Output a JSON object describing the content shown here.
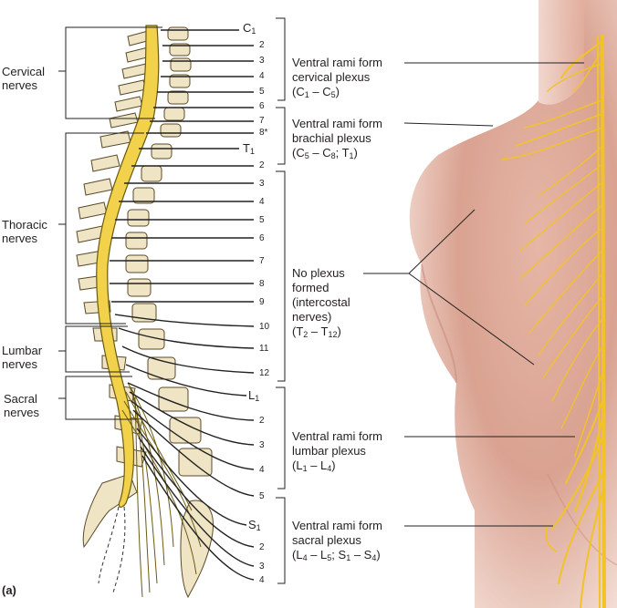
{
  "panel_label": "(a)",
  "groups": {
    "cervical": [
      "Cervical",
      "nerves"
    ],
    "thoracic": [
      "Thoracic",
      "nerves"
    ],
    "lumbar": [
      "Lumbar",
      "nerves"
    ],
    "sacral": [
      "Sacral",
      "nerves"
    ]
  },
  "segments": {
    "c1": {
      "letter": "C",
      "sub": "1"
    },
    "cervical_numbers": [
      "2",
      "3",
      "4",
      "5",
      "6",
      "7",
      "8*"
    ],
    "t1": {
      "letter": "T",
      "sub": "1"
    },
    "thoracic_numbers": [
      "2",
      "3",
      "4",
      "5",
      "6",
      "7",
      "8",
      "9",
      "10",
      "11",
      "12"
    ],
    "l1": {
      "letter": "L",
      "sub": "1"
    },
    "lumbar_numbers": [
      "2",
      "3",
      "4",
      "5"
    ],
    "s1": {
      "letter": "S",
      "sub": "1"
    },
    "sacral_numbers": [
      "2",
      "3",
      "4"
    ]
  },
  "plexus_labels": {
    "cervical": {
      "line1": "Ventral rami form",
      "line2": "cervical plexus",
      "range": {
        "open": "(C",
        "a": "1",
        "dash": " – C",
        "b": "5",
        "close": ")"
      }
    },
    "brachial": {
      "line1": "Ventral rami form",
      "line2": "brachial plexus",
      "range": {
        "open": "(C",
        "a": "5",
        "dash": " – C",
        "b": "8",
        "sep": "; T",
        "c": "1",
        "close": ")"
      }
    },
    "intercostal": {
      "line1": "No plexus",
      "line2": "formed",
      "line3": "(intercostal",
      "line4": "nerves)",
      "range": {
        "open": "(T",
        "a": "2",
        "dash": " – T",
        "b": "12",
        "close": ")"
      }
    },
    "lumbar": {
      "line1": "Ventral rami form",
      "line2": "lumbar plexus",
      "range": {
        "open": "(L",
        "a": "1",
        "dash": " – L",
        "b": "4",
        "close": ")"
      }
    },
    "sacral": {
      "line1": "Ventral rami form",
      "line2": "sacral plexus",
      "range": {
        "open": "(L",
        "a": "4",
        "dash": " – L",
        "b": "5",
        "sep": "; S",
        "c": "1",
        "dash2": " – S",
        "d": "4",
        "close": ")"
      }
    }
  },
  "colors": {
    "nerve": "#f2d24a",
    "nerve_outline": "#6b5a12",
    "bone": "#efe4c4",
    "skin_light": "#f4d9cf",
    "skin_dark": "#c8907f"
  }
}
